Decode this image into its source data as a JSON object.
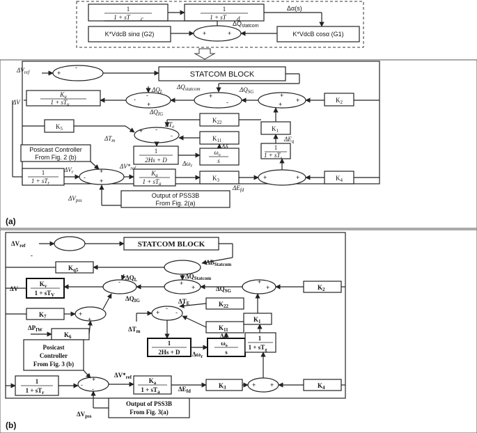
{
  "top": {
    "tf_c_num": "1",
    "tf_c_den": "1 + sT",
    "tf_c_sub": "c",
    "tf_d_num": "1",
    "tf_d_den": "1 + sT",
    "tf_d_sub": "d",
    "delta_alpha": "Δα(s)",
    "g2": "K*VdcB sinα (G2)",
    "g1": "K*VdcB cosα (G1)",
    "dq_statcom": "ΔQ",
    "dq_statcom_sub": "statcom"
  },
  "a": {
    "label": "(a)",
    "statcom_block": "STATCOM BLOCK",
    "dv_ref": "ΔV",
    "dv_ref_sub": "ref",
    "dv": "ΔV",
    "ku_num": "K",
    "ku_num_sub": "u",
    "ku_den": "1 + sT",
    "ku_den_sub": "u",
    "dql": "ΔQ",
    "dql_sub": "L",
    "dqig": "ΔQ",
    "dqig_sub": "IG",
    "dq_statcom": "ΔQ",
    "dq_statcom_sub": "statcom",
    "dqsg": "ΔQ",
    "dqsg_sub": "SG",
    "k2": "K",
    "k2_sub": "2",
    "k5": "K",
    "k5_sub": "5",
    "k22": "K",
    "k22_sub": "22",
    "k1": "K",
    "k1_sub": "1",
    "k11": "K",
    "k11_sub": "11",
    "k3": "K",
    "k3_sub": "3",
    "k4": "K",
    "k4_sub": "4",
    "dtm": "ΔT",
    "dtm_sub": "m",
    "dte": "ΔT",
    "dte_sub": "e",
    "swing_num": "1",
    "swing_den": "2Hs + D",
    "dwr": "Δω",
    "dwr_sub": "r",
    "wo_num": "ω",
    "wo_num_sub": "o",
    "wo_den": "s",
    "ddelta": "Δδ",
    "deq": "ΔE",
    "deq_sub": "q",
    "tq_num": "1",
    "tq_den": "1 + sT",
    "tq_den_sub": "q",
    "posicast": "Posicast Controller",
    "posicast_from": "From Fig. 2 (b)",
    "vr_num": "1",
    "vr_den": "1 + sT",
    "vr_den_sub": "r",
    "dvr": "ΔV",
    "dvr_sub": "r",
    "dv_ref_star": "ΔV*",
    "dv_ref_star_sub": "ref",
    "ka_num": "K",
    "ka_num_sub": "a",
    "ka_den": "1 + sT",
    "ka_den_sub": "a",
    "defd": "ΔE",
    "defd_sub": "fd",
    "dvpss": "ΔV",
    "dvpss_sub": "pss",
    "pss_line1": "Output of PSS3B",
    "pss_line2": "From Fig. 2(a)"
  },
  "b": {
    "label": "(b)",
    "statcom_block": "STATCOM BLOCK",
    "dv_ref": "ΔV",
    "dv_ref_sub": "ref",
    "minus": "-",
    "kq5": "K",
    "kq5_sub": "q5",
    "db_statcom": "ΔB",
    "db_statcom_sub": "Statcom",
    "dq_statcom": "ΔQ",
    "dq_statcom_sub": "Statcom",
    "dql": "ΔQ",
    "dql_sub": "L",
    "dqig": "ΔQ",
    "dqig_sub": "IG",
    "dqsg": "ΔQ",
    "dqsg_sub": "SG",
    "dv": "ΔV",
    "kv_num": "K",
    "kv_num_sub": "v",
    "kv_den": "1 + sT",
    "kv_den_sub": "V",
    "k7": "K",
    "k7_sub": "7",
    "k6": "K",
    "k6_sub": "6",
    "dpiw": "ΔP",
    "dpiw_sub": "IW",
    "k2": "K",
    "k2_sub": "2",
    "k22": "K",
    "k22_sub": "22",
    "dte": "ΔT",
    "dte_sub": "E",
    "dtm": "ΔT",
    "dtm_sub": "m",
    "k11": "K",
    "k11_sub": "11",
    "ddelta": "Δδ",
    "k1": "K",
    "k1_sub": "1",
    "tg_num": "1",
    "tg_den": "1 + sT",
    "tg_den_sub": "g",
    "swing_num": "1",
    "swing_den": "2Hs + D",
    "dwr": "Δω",
    "dwr_sub": "r",
    "wo_num": "ω",
    "wo_num_sub": "o",
    "wo_den": "s",
    "posicast1": "Posicast",
    "posicast2": "Controller",
    "posicast3": "From Fig. 3 (b)",
    "vr_num": "1",
    "vr_den": "1 + sT",
    "vr_den_sub": "r",
    "dv_ref_star": "ΔV*",
    "dv_ref_star_sub": "ref",
    "ka_num": "K",
    "ka_num_sub": "a",
    "ka_den": "1 + sT",
    "ka_den_sub": "a",
    "defd": "ΔE",
    "defd_sub": "fd",
    "k3": "K",
    "k3_sub": "3",
    "k4": "K",
    "k4_sub": "4",
    "pss_line1": "Output of PSS3B",
    "pss_line2": "From Fig. 3(a)",
    "dvpss": "ΔV",
    "dvpss_sub": "pss"
  }
}
